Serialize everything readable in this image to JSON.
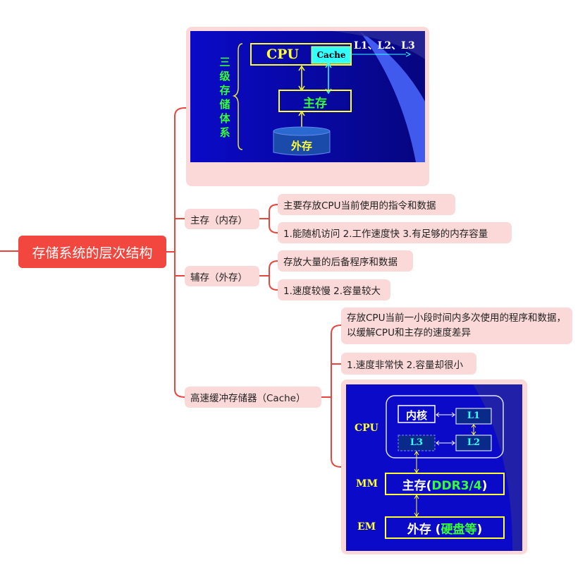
{
  "root": {
    "label": "存储系统的层次结构"
  },
  "branches": [
    {
      "label": "主存（内存）",
      "children": [
        "主要存放CPU当前使用的指令和数据",
        "1.能随机访问 2.工作速度快  3.有足够的内存容量"
      ]
    },
    {
      "label": "辅存（外存）",
      "children": [
        "存放大量的后备程序和数据",
        "1.速度较慢 2.容量较大"
      ]
    },
    {
      "label": "高速缓冲存储器（Cache）",
      "children": [
        "存放CPU当前一小段时间内多次使用的程序和数据，以缓解CPU和主存的速度差异",
        "1.速度非常快 2.容量却很小"
      ]
    }
  ],
  "diagram1": {
    "side_title": "三级存储体系",
    "cpu": "CPU",
    "cache": "Cache",
    "levels": "L1、L2、L3",
    "main_memory": "主存",
    "external": "外存"
  },
  "diagram2": {
    "cpu_label": "CPU",
    "core": "内核",
    "l1": "L1",
    "l2": "L2",
    "l3": "L3",
    "mm_label": "MM",
    "em_label": "EM",
    "mm_box": "主存(",
    "mm_highlight": "DDR3/4",
    "mm_close": ")",
    "em_box": "外存 (",
    "em_highlight": "硬盘等",
    "em_close": ")"
  },
  "colors": {
    "root": "#f2473f",
    "node": "#fcd9d9",
    "slide_bg": "#0a0ac8",
    "yellow": "#ffff33",
    "green": "#33ff33"
  }
}
